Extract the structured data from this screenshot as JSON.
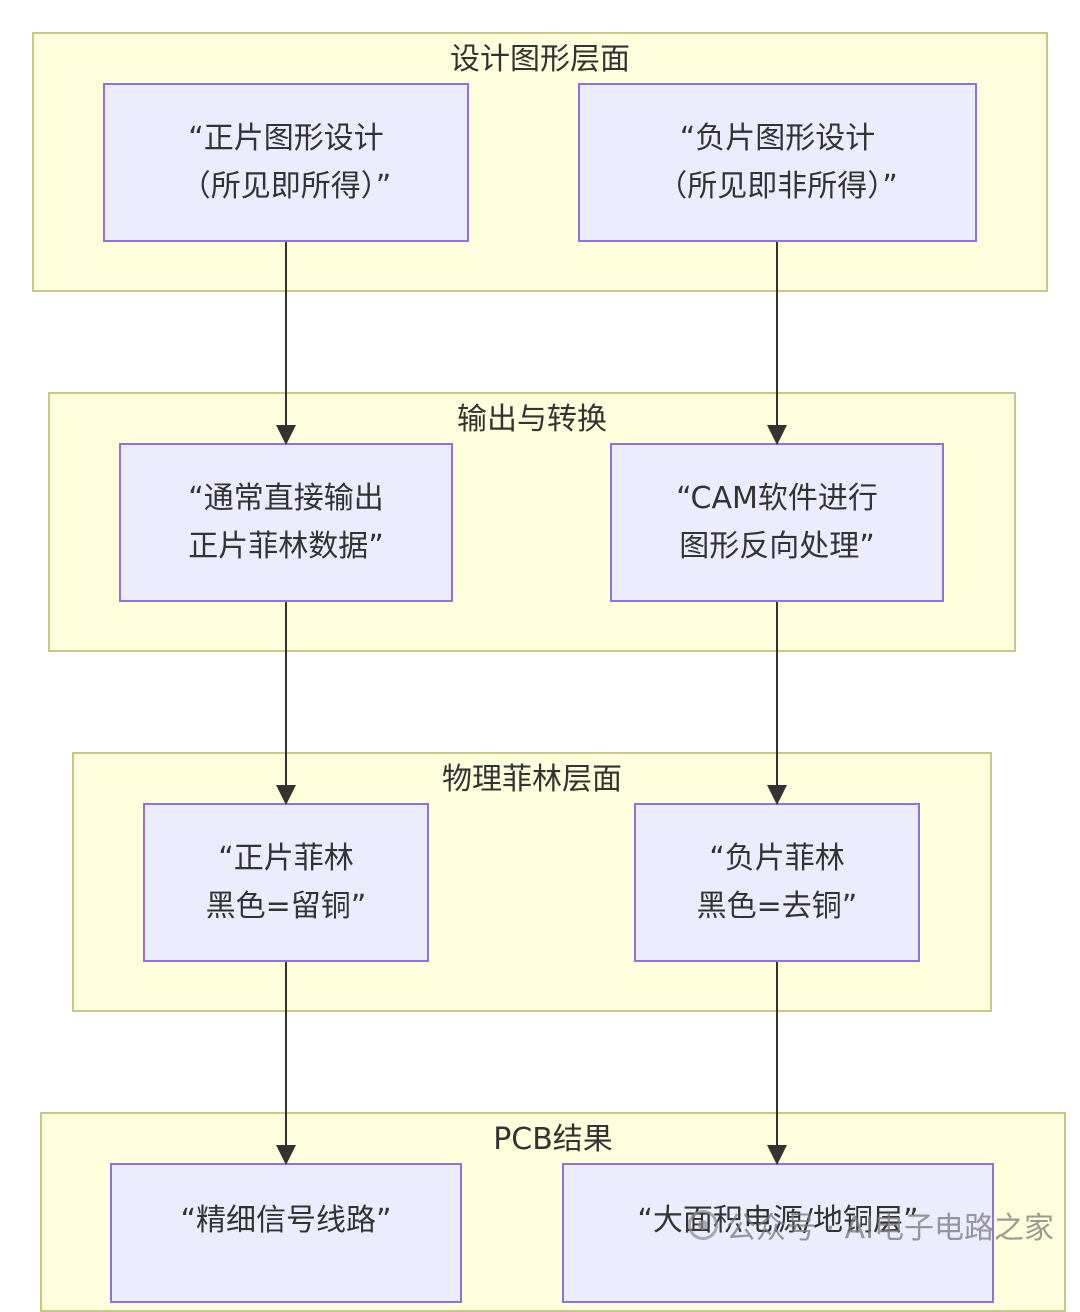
{
  "clusters": [
    {
      "title": "设计图形层面"
    },
    {
      "title": "输出与转换"
    },
    {
      "title": "物理菲林层面"
    },
    {
      "title": "PCB结果"
    }
  ],
  "nodes": {
    "positive_design": "“正片图形设计\n（所见即所得）”",
    "negative_design": "“负片图形设计\n（所见即非所得）”",
    "direct_output": "“通常直接输出\n正片菲林数据”",
    "cam_reverse": "“CAM软件进行\n图形反向处理”",
    "positive_film": "“正片菲林\n黑色=留铜”",
    "negative_film": "“负片菲林\n黑色=去铜”",
    "fine_signal": "“精细信号线路”",
    "large_plane": "“大面积电源/地铜层”"
  },
  "colors": {
    "cluster_fill": "#ffffde",
    "cluster_border": "#c8c88a",
    "node_fill": "#ececff",
    "node_border": "#9370db",
    "edge": "#333333"
  },
  "watermark": {
    "text": "公众号 · AI电子电路之家",
    "icon": "wechat-official-account-icon"
  }
}
